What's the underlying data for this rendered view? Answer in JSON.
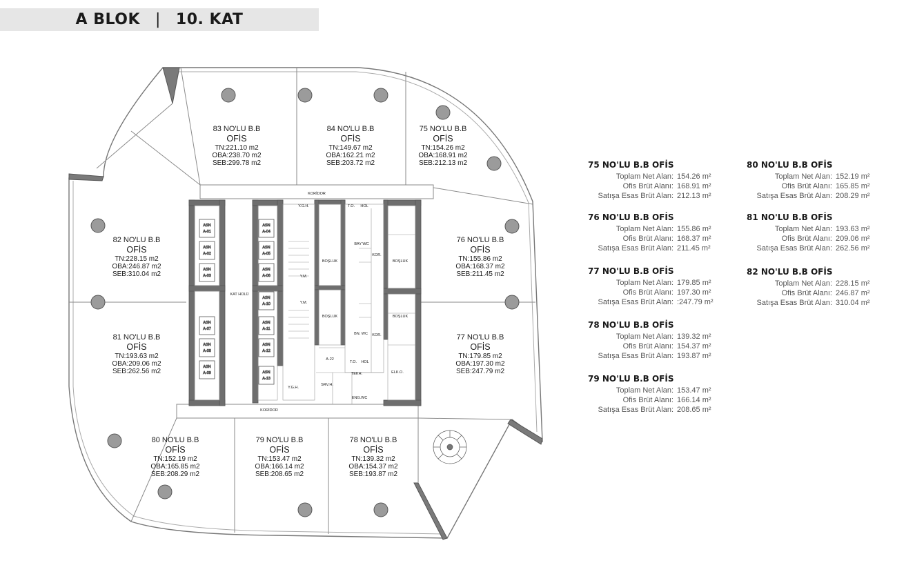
{
  "header": {
    "block": "A BLOK",
    "separator": "|",
    "floor": "10. KAT"
  },
  "plan": {
    "units": [
      {
        "title": "83 NO'LU B.B",
        "name": "OFİS",
        "tn": "TN:221.10 m2",
        "oba": "OBA:238.70 m2",
        "seb": "SEB:299.78 m2"
      },
      {
        "title": "84 NO'LU B.B",
        "name": "OFİS",
        "tn": "TN:149.67 m2",
        "oba": "OBA:162.21 m2",
        "seb": "SEB:203.72 m2"
      },
      {
        "title": "75 NO'LU B.B",
        "name": "OFİS",
        "tn": "TN:154.26 m2",
        "oba": "OBA:168.91 m2",
        "seb": "SEB:212.13 m2"
      },
      {
        "title": "82 NO'LU B.B",
        "name": "OFİS",
        "tn": "TN:228.15 m2",
        "oba": "OBA:246.87 m2",
        "seb": "SEB:310.04 m2"
      },
      {
        "title": "76 NO'LU B.B",
        "name": "OFİS",
        "tn": "TN:155.86 m2",
        "oba": "OBA:168.37 m2",
        "seb": "SEB:211.45 m2"
      },
      {
        "title": "81 NO'LU B.B",
        "name": "OFİS",
        "tn": "TN:193.63 m2",
        "oba": "OBA:209.06 m2",
        "seb": "SEB:262.56 m2"
      },
      {
        "title": "77 NO'LU B.B",
        "name": "OFİS",
        "tn": "TN:179.85 m2",
        "oba": "OBA:197.30 m2",
        "seb": "SEB:247.79 m2"
      },
      {
        "title": "80 NO'LU B.B",
        "name": "OFİS",
        "tn": "TN:152.19 m2",
        "oba": "OBA:165.85 m2",
        "seb": "SEB:208.29 m2"
      },
      {
        "title": "79 NO'LU B.B",
        "name": "OFİS",
        "tn": "TN:153.47 m2",
        "oba": "OBA:166.14 m2",
        "seb": "SEB:208.65 m2"
      },
      {
        "title": "78 NO'LU B.B",
        "name": "OFİS",
        "tn": "TN:139.32 m2",
        "oba": "OBA:154.37 m2",
        "seb": "SEB:193.87 m2"
      }
    ],
    "labels": {
      "koridor_top": "KORİDOR",
      "koridor_bottom": "KORİDOR",
      "kat_holu": "KAT HOLÜ",
      "ym1": "Y.M.",
      "ym2": "Y.M.",
      "ygh1": "Y.G.H.",
      "ygh2": "Y.G.H.",
      "to1": "T.O.",
      "hol1": "HOL",
      "to2": "T.O.",
      "hol2": "HOL",
      "bay_wc": "BAY WC",
      "bn_wc": "BN. WC",
      "kor1": "KOR.",
      "kor2": "KOR.",
      "bosluk1": "BOŞLUK",
      "bosluk2": "BOŞLUK",
      "bosluk3": "BOŞLUK",
      "bosluk4": "BOŞLUK",
      "tekh": "TEKH.",
      "srvh": "SRV.H.",
      "eng_wc": "ENG.WC",
      "elk": "ELK.O.",
      "asn_a22": "A-22"
    },
    "elevators": [
      "A-01",
      "A-02",
      "A-03",
      "A-04",
      "A-05",
      "A-06",
      "A-07",
      "A-08",
      "A-09",
      "A-10",
      "A-11",
      "A-12",
      "A-13"
    ],
    "elevator_label": "ASN"
  },
  "legend": [
    {
      "title": "75 NO'LU B.B OFİS",
      "rows": [
        [
          "Toplam Net Alan:",
          "154.26 m²"
        ],
        [
          "Ofis Brüt Alanı:",
          "168.91 m²"
        ],
        [
          "Satışa Esas Brüt Alan:",
          "212.13 m²"
        ]
      ]
    },
    {
      "title": "76 NO'LU B.B OFİS",
      "rows": [
        [
          "Toplam Net Alan:",
          "155.86 m²"
        ],
        [
          "Ofis Brüt Alanı:",
          "168.37 m²"
        ],
        [
          "Satışa Esas Brüt Alan:",
          "211.45 m²"
        ]
      ]
    },
    {
      "title": "77 NO'LU B.B OFİS",
      "rows": [
        [
          "Toplam Net Alan:",
          "179.85 m²"
        ],
        [
          "Ofis Brüt Alanı:",
          "197.30 m²"
        ],
        [
          "Satışa Esas Brüt Alan:",
          ":247.79 m²"
        ]
      ]
    },
    {
      "title": "78 NO'LU B.B OFİS",
      "rows": [
        [
          "Toplam Net Alan:",
          "139.32 m²"
        ],
        [
          "Ofis Brüt Alanı:",
          "154.37 m²"
        ],
        [
          "Satışa Esas Brüt Alan:",
          "193.87 m²"
        ]
      ]
    },
    {
      "title": "79 NO'LU B.B OFİS",
      "rows": [
        [
          "Toplam Net Alan:",
          "153.47 m²"
        ],
        [
          "Ofis Brüt Alanı:",
          "166.14 m²"
        ],
        [
          "Satışa Esas Brüt Alan:",
          "208.65 m²"
        ]
      ]
    },
    {
      "title": "80 NO'LU B.B OFİS",
      "rows": [
        [
          "Toplam Net Alan:",
          "152.19 m²"
        ],
        [
          "Ofis Brüt Alanı:",
          "165.85 m²"
        ],
        [
          "Satışa Esas Brüt Alan:",
          "208.29 m²"
        ]
      ]
    },
    {
      "title": "81 NO'LU B.B OFİS",
      "rows": [
        [
          "Toplam Net Alan:",
          "193.63 m²"
        ],
        [
          "Ofis Brüt Alanı:",
          "209.06 m²"
        ],
        [
          "Satışa Esas Brüt Alan:",
          "262.56 m²"
        ]
      ]
    },
    {
      "title": "82 NO'LU B.B OFİS",
      "rows": [
        [
          "Toplam Net Alan:",
          "228.15 m²"
        ],
        [
          "Ofis Brüt Alanı:",
          "246.87 m²"
        ],
        [
          "Satışa Esas Brüt Alan:",
          "310.04 m²"
        ]
      ]
    }
  ]
}
